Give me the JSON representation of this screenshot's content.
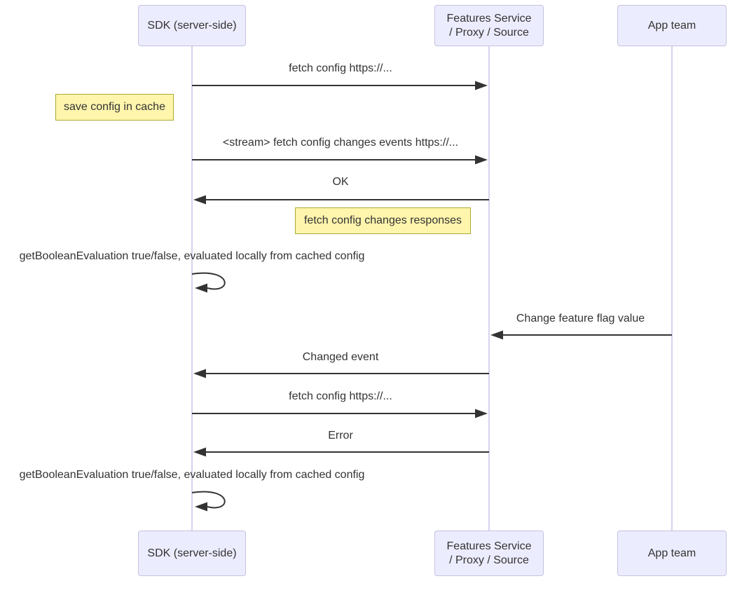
{
  "diagram": {
    "type": "sequence-diagram",
    "actors": [
      {
        "id": "sdk",
        "lines": [
          "SDK (server-side)"
        ]
      },
      {
        "id": "features-service",
        "lines": [
          "Features Service",
          "/ Proxy / Source"
        ]
      },
      {
        "id": "app-team",
        "lines": [
          "App team"
        ]
      }
    ],
    "notes": [
      {
        "text": "save config in cache",
        "position": "left of SDK (server-side)"
      },
      {
        "text": "fetch config changes responses",
        "position": "left of Features Service / Proxy / Source"
      }
    ],
    "messages": [
      {
        "text": "fetch config https://...",
        "from": "sdk",
        "to": "features-service",
        "arrow": "solid-right"
      },
      {
        "text": "<stream> fetch config changes events https://...",
        "from": "sdk",
        "to": "features-service",
        "arrow": "solid-right"
      },
      {
        "text": "OK",
        "from": "features-service",
        "to": "sdk",
        "arrow": "solid-left"
      },
      {
        "text": "getBooleanEvaluation true/false, evaluated locally from cached config",
        "from": "sdk",
        "to": "sdk",
        "arrow": "self-loop"
      },
      {
        "text": "Change feature flag value",
        "from": "app-team",
        "to": "features-service",
        "arrow": "solid-left"
      },
      {
        "text": "Changed event",
        "from": "features-service",
        "to": "sdk",
        "arrow": "solid-left"
      },
      {
        "text": "fetch config https://...",
        "from": "sdk",
        "to": "features-service",
        "arrow": "solid-right"
      },
      {
        "text": "Error",
        "from": "features-service",
        "to": "sdk",
        "arrow": "solid-left"
      },
      {
        "text": "getBooleanEvaluation true/false, evaluated locally from cached config",
        "from": "sdk",
        "to": "sdk",
        "arrow": "self-loop"
      }
    ],
    "colors": {
      "actor_fill": "#ECECFF",
      "actor_border": "#c5c2e0",
      "note_fill": "#FFF5AD",
      "note_border": "#AAAA33",
      "line": "#333333",
      "lifeline": "#d8d2ee",
      "text": "#333333"
    }
  }
}
